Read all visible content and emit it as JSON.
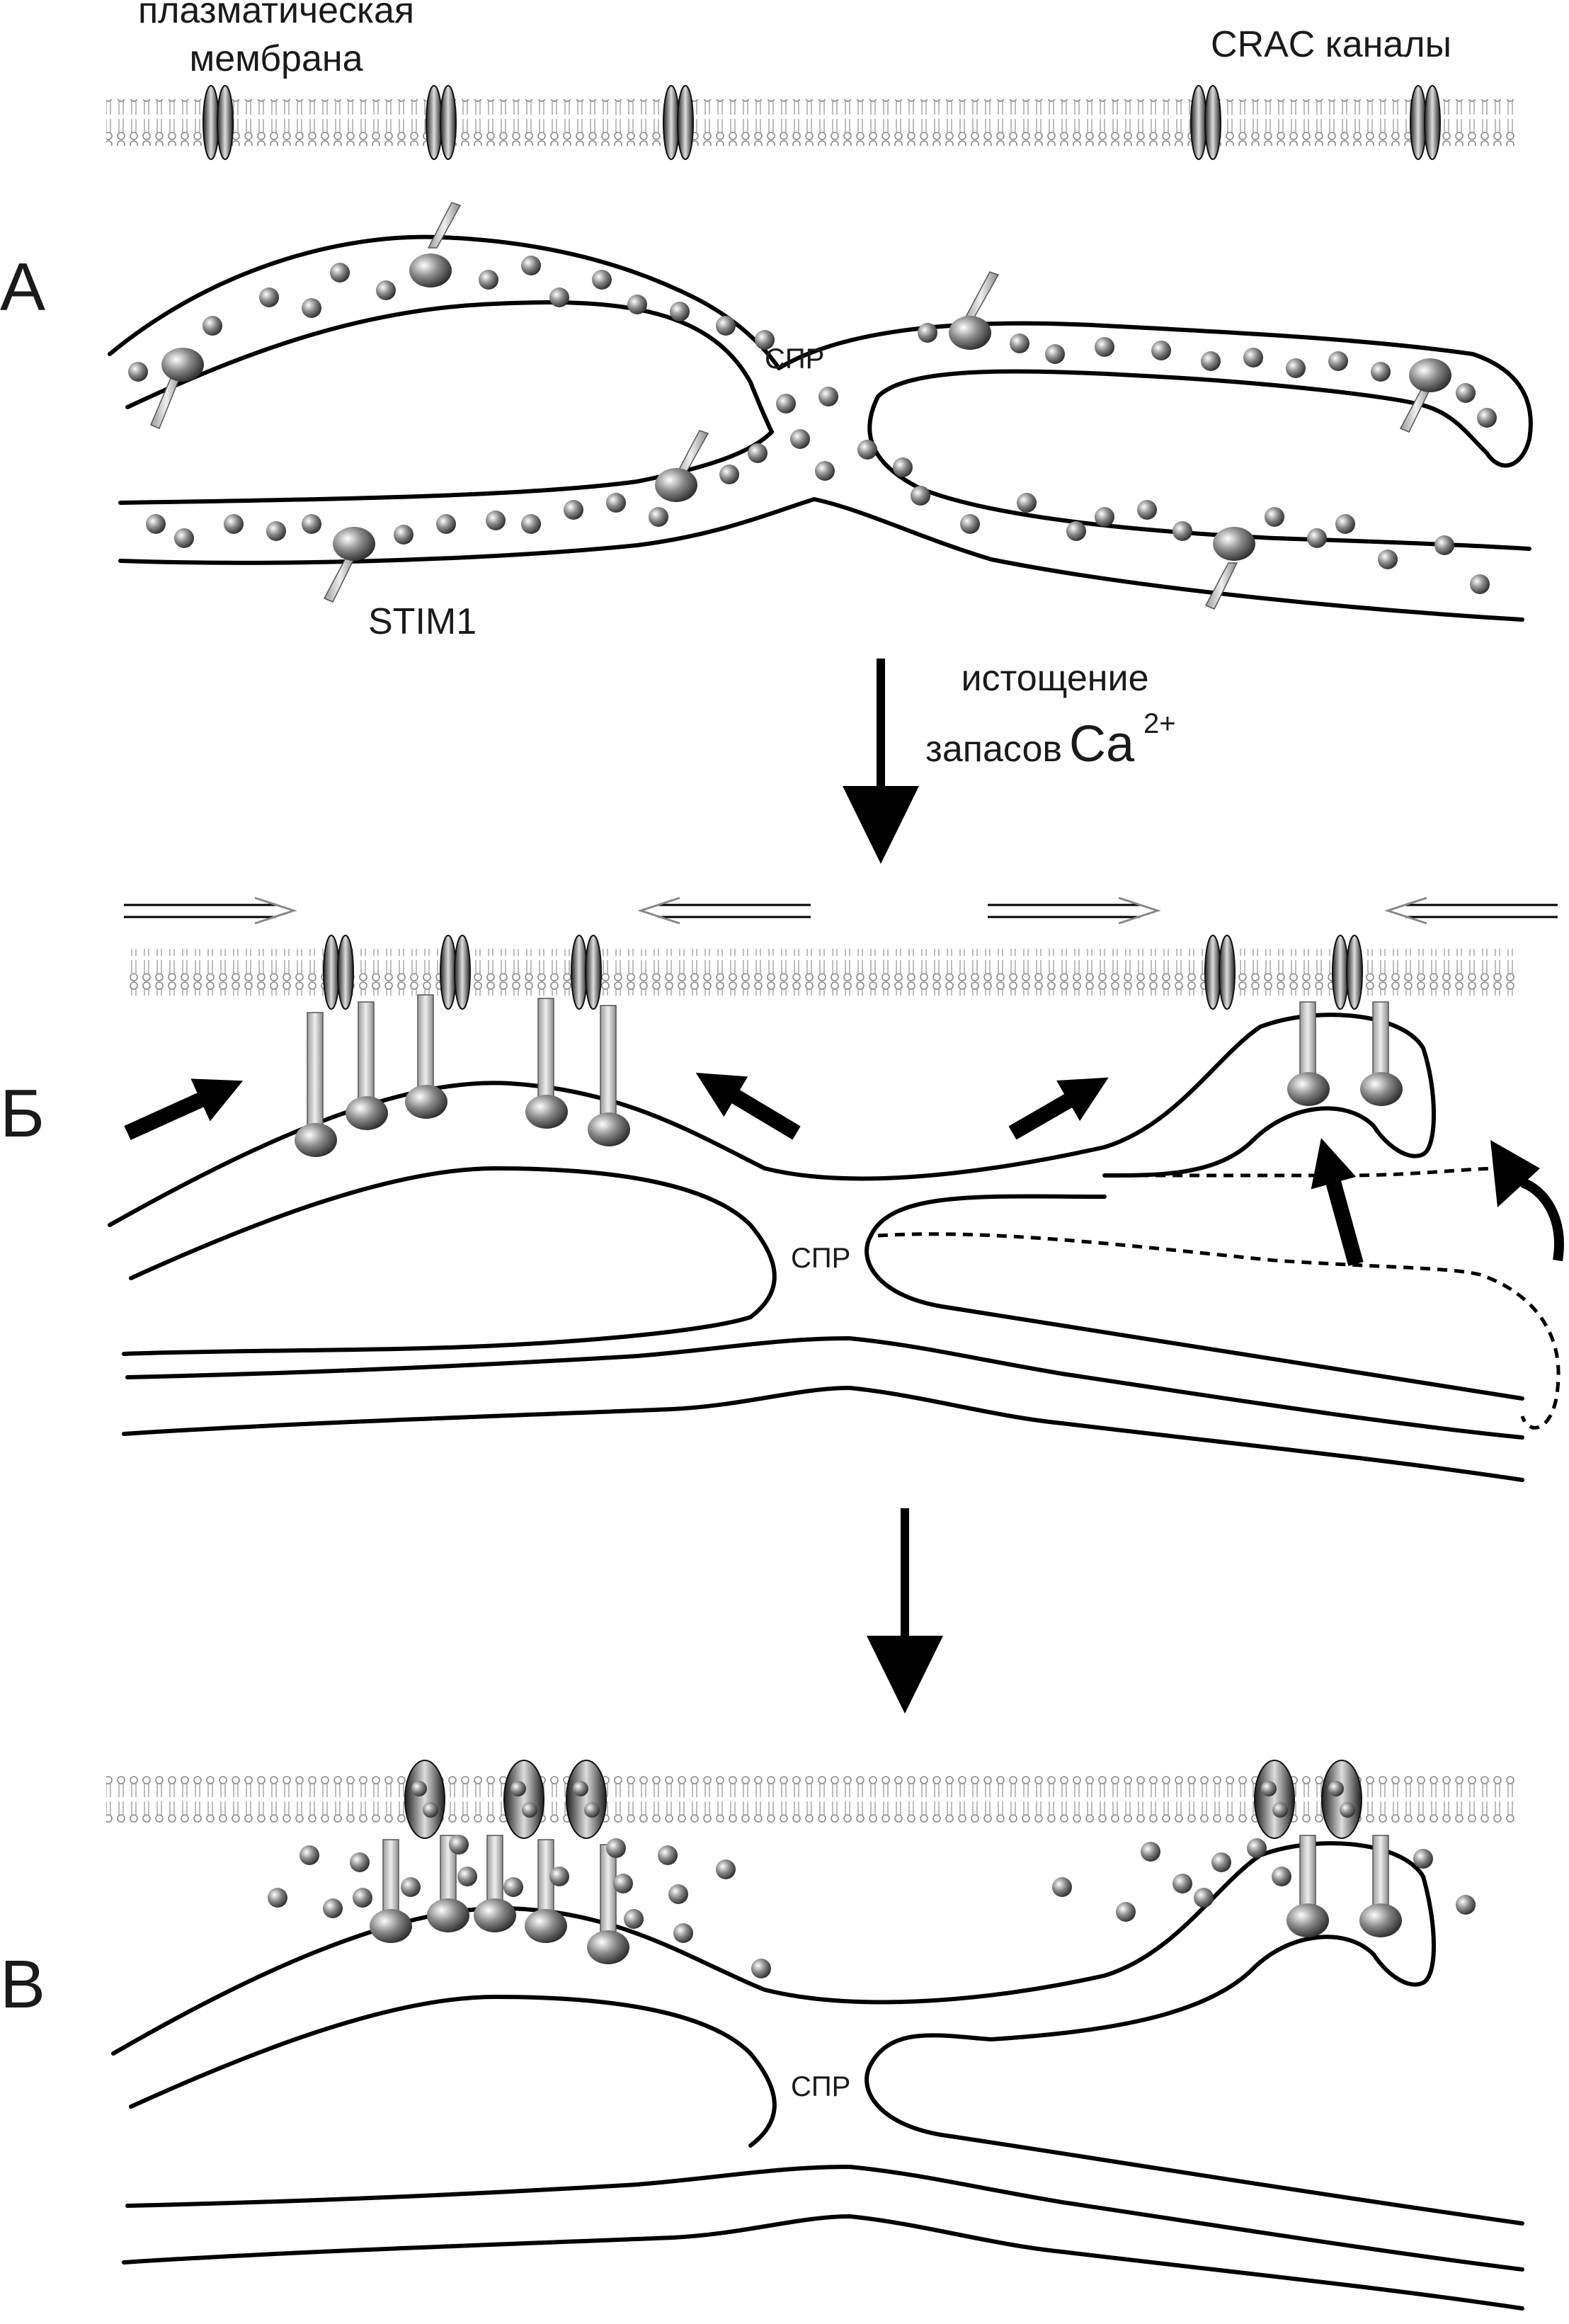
{
  "labels": {
    "plasma_membrane_line1": "плазматическая",
    "plasma_membrane_line2": "мембрана",
    "crac_channels": "CRAC каналы",
    "panel_a": "А",
    "panel_b": "Б",
    "panel_c": "В",
    "er_a": "СПР",
    "er_b": "СПР",
    "er_c": "СПР",
    "stim1": "STIM1",
    "depletion_line1": "истощение",
    "depletion_line2": "запасов",
    "calcium": "Ca",
    "calcium_charge": "2+"
  },
  "colors": {
    "outline": "#000000",
    "membrane_gray": "#9a9a9a",
    "channel_dark": "#333333",
    "stim_rod": "#bdbdbd",
    "calcium_dot": "#444444"
  }
}
